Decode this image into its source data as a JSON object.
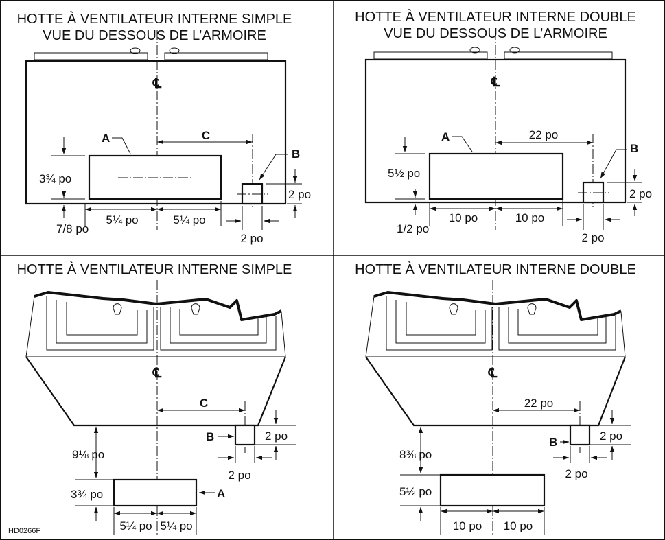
{
  "panels": [
    {
      "title1": "HOTTE À VENTILATEUR INTERNE SIMPLE",
      "title2": "VUE DU DESSOUS DE L’ARMOIRE"
    },
    {
      "title1": "HOTTE À VENTILATEUR INTERNE DOUBLE",
      "title2": "VUE DU DESSOUS DE L’ARMOIRE"
    },
    {
      "title1": "HOTTE À VENTILATEUR INTERNE SIMPLE"
    },
    {
      "title1": "HOTTE À VENTILATEUR INTERNE DOUBLE"
    }
  ],
  "labels": {
    "a": "A",
    "b": "B",
    "c": "C",
    "centerline": "℄"
  },
  "dims": {
    "tl_height": "3¾ po",
    "tl_offset": "7/8 po",
    "tl_half_left": "5¼ po",
    "tl_half_right": "5¼ po",
    "tl_b_height": "2 po",
    "tl_b_width": "2 po",
    "tr_c": "22 po",
    "tr_height": "5½ po",
    "tr_offset": "1/2 po",
    "tr_half_left": "10 po",
    "tr_half_right": "10 po",
    "tr_b_height": "2 po",
    "tr_b_width": "2 po",
    "bl_gap": "9⅛ po",
    "bl_height": "3¾ po",
    "bl_half_left": "5¼ po",
    "bl_half_right": "5¼ po",
    "bl_b_height": "2 po",
    "bl_b_width": "2 po",
    "br_c": "22 po",
    "br_gap": "8⅜ po",
    "br_height": "5½ po",
    "br_half_left": "10 po",
    "br_half_right": "10 po",
    "br_b_height": "2 po",
    "br_b_width": "2 po"
  },
  "figure_code": "HD0266F"
}
